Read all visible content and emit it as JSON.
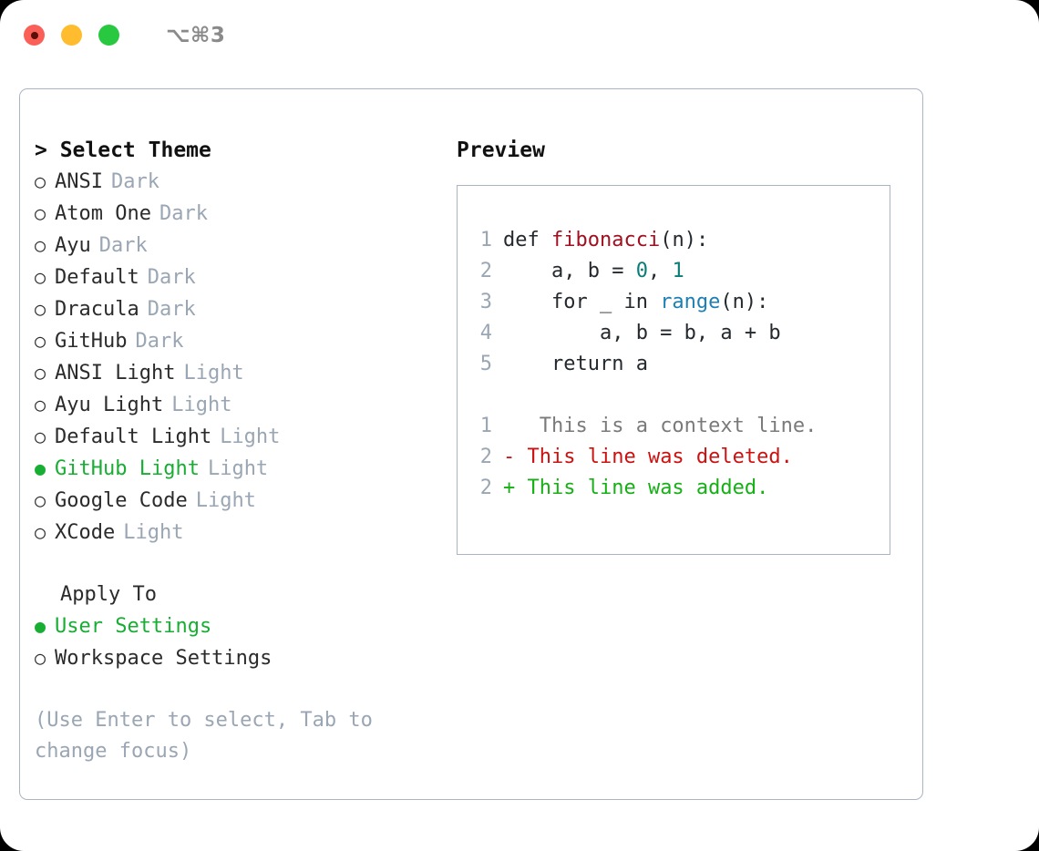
{
  "titlebar": {
    "shortcut": "⌥⌘3",
    "lights": [
      {
        "name": "close",
        "color": "#fb6058"
      },
      {
        "name": "minimize",
        "color": "#febc2e"
      },
      {
        "name": "zoom",
        "color": "#28c840"
      }
    ]
  },
  "theme_picker": {
    "header": "> Select Theme",
    "selected_bullet": "●",
    "unselected_bullet": "○",
    "accent_color": "#18ad33",
    "tag_color": "#9aa6b4",
    "items": [
      {
        "name": "ANSI",
        "tag": "Dark",
        "selected": false
      },
      {
        "name": "Atom One",
        "tag": "Dark",
        "selected": false
      },
      {
        "name": "Ayu",
        "tag": "Dark",
        "selected": false
      },
      {
        "name": "Default",
        "tag": "Dark",
        "selected": false
      },
      {
        "name": "Dracula",
        "tag": "Dark",
        "selected": false
      },
      {
        "name": "GitHub",
        "tag": "Dark",
        "selected": false
      },
      {
        "name": "ANSI Light",
        "tag": "Light",
        "selected": false
      },
      {
        "name": "Ayu Light",
        "tag": "Light",
        "selected": false
      },
      {
        "name": "Default Light",
        "tag": "Light",
        "selected": false
      },
      {
        "name": "GitHub Light",
        "tag": "Light",
        "selected": true
      },
      {
        "name": "Google Code",
        "tag": "Light",
        "selected": false
      },
      {
        "name": "XCode",
        "tag": "Light",
        "selected": false
      }
    ]
  },
  "apply_to": {
    "title": "Apply To",
    "items": [
      {
        "name": "User Settings",
        "selected": true
      },
      {
        "name": "Workspace Settings",
        "selected": false
      }
    ]
  },
  "hint": "(Use Enter to select, Tab to change focus)",
  "preview": {
    "label": "Preview",
    "code_lines": [
      {
        "no": "1",
        "segments": [
          {
            "text": "def ",
            "kind": "plain"
          },
          {
            "text": "fibonacci",
            "kind": "fn"
          },
          {
            "text": "(n):",
            "kind": "plain"
          }
        ]
      },
      {
        "no": "2",
        "segments": [
          {
            "text": "    a, b = ",
            "kind": "plain"
          },
          {
            "text": "0",
            "kind": "num"
          },
          {
            "text": ", ",
            "kind": "plain"
          },
          {
            "text": "1",
            "kind": "num"
          }
        ]
      },
      {
        "no": "3",
        "segments": [
          {
            "text": "    for _ in ",
            "kind": "plain"
          },
          {
            "text": "range",
            "kind": "call"
          },
          {
            "text": "(n):",
            "kind": "plain"
          }
        ]
      },
      {
        "no": "4",
        "segments": [
          {
            "text": "        a, b = b, a + b",
            "kind": "plain"
          }
        ]
      },
      {
        "no": "5",
        "segments": [
          {
            "text": "    return a",
            "kind": "plain"
          }
        ]
      }
    ],
    "diff_lines": [
      {
        "no": "1",
        "marker": " ",
        "text": "  This is a context line.",
        "kind": "context"
      },
      {
        "no": "2",
        "marker": "-",
        "text": " This line was deleted.",
        "kind": "deleted"
      },
      {
        "no": "2",
        "marker": "+",
        "text": " This line was added.",
        "kind": "added"
      }
    ]
  }
}
